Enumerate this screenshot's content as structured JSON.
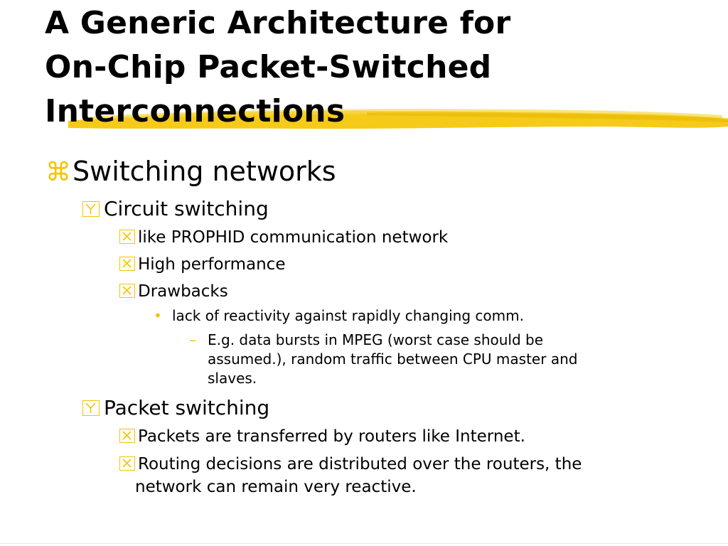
{
  "title": {
    "line1": "A Generic Architecture for",
    "line2": "On-Chip Packet-Switched",
    "line3": "Interconnections"
  },
  "colors": {
    "accent": "#f5c400",
    "text": "#000000",
    "background": "#ffffff"
  },
  "icons": {
    "level1": "command-key-icon",
    "level2": "check-box-icon",
    "level3": "x-box-icon",
    "level4": "dot-bullet",
    "level5": "dash-bullet"
  },
  "content": {
    "heading": "Switching networks",
    "circuit": {
      "label": "Circuit switching",
      "items": [
        "like PROPHID communication network",
        "High performance",
        "Drawbacks"
      ],
      "drawback_detail": "lack of reactivity against rapidly changing comm.",
      "example_line1": "E.g. data bursts in MPEG (worst case should be",
      "example_line2": "assumed.), random traffic between CPU master and",
      "example_line3": "slaves."
    },
    "packet": {
      "label": "Packet switching",
      "item1": "Packets are transferred by routers like Internet.",
      "item2_line1": "Routing decisions are distributed over the routers, the",
      "item2_line2": "network can remain very reactive."
    }
  }
}
